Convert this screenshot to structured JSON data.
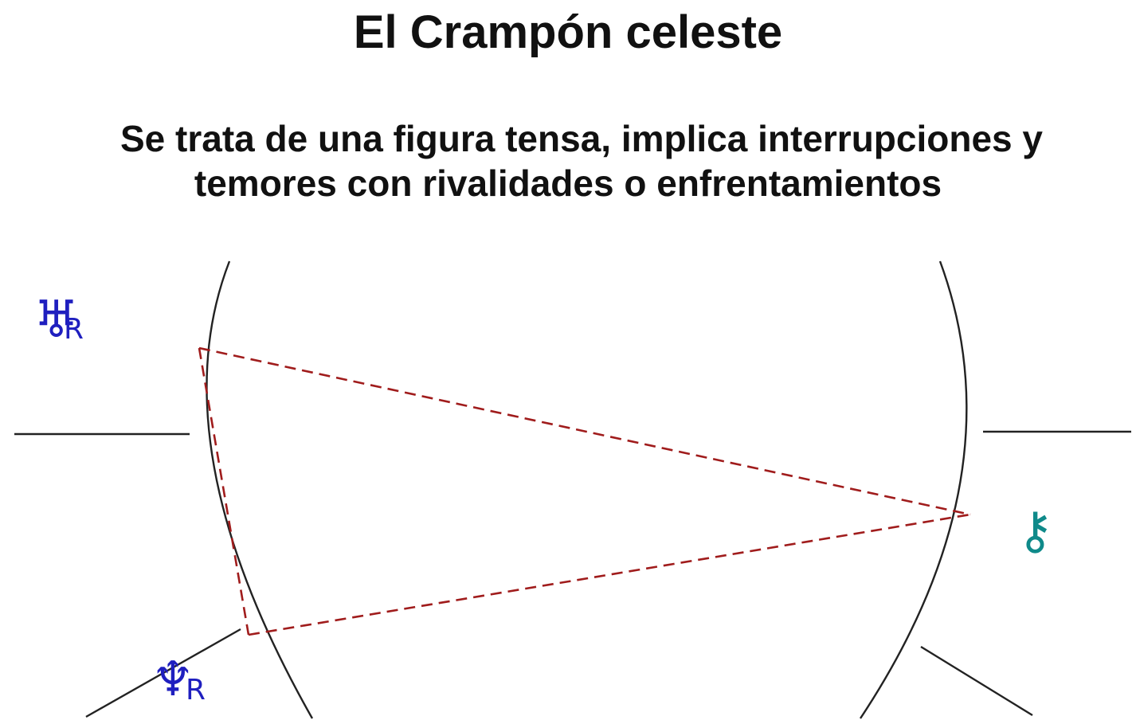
{
  "title": "El Crampón celeste",
  "subtitle": {
    "line1": "Se trata de una figura tensa, implica interrupciones y",
    "line2": "temores con rivalidades o enfrentamientos"
  },
  "planets": {
    "uranus": {
      "symbol": "♅",
      "retro": "R",
      "color": "#1f1fbf"
    },
    "neptune": {
      "symbol": "♆",
      "retro": "R",
      "color": "#1f1fbf"
    },
    "chiron": {
      "symbol": "⚷",
      "color": "#0f8a8a"
    }
  },
  "colors": {
    "aspect_line": "#a01c1c",
    "wheel": "#222222"
  }
}
